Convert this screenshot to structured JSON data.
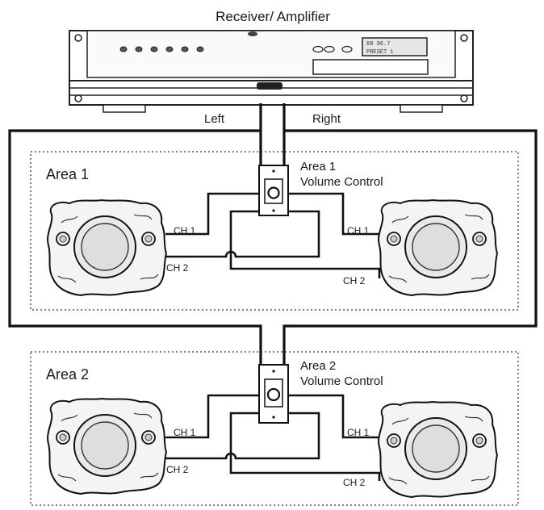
{
  "diagram": {
    "receiver_label": "Receiver/ Amplifier",
    "left_label": "Left",
    "right_label": "Right",
    "area1": {
      "title": "Area 1",
      "control_line1": "Area 1",
      "control_line2": "Volume Control",
      "left_speaker_channel": "CH 1",
      "left_speaker_channel2": "CH 2",
      "right_speaker_channel": "CH 1",
      "right_speaker_channel2": "CH 2"
    },
    "area2": {
      "title": "Area 2",
      "control_line1": "Area 2",
      "control_line2": "Volume Control",
      "left_speaker_channel": "CH 1",
      "left_speaker_channel2": "CH 2",
      "right_speaker_channel": "CH 1",
      "right_speaker_channel2": "CH 2"
    },
    "receiver_display_line1": "88 96.7",
    "receiver_display_line2": "PRESET 1"
  },
  "colors": {
    "ink": "#111111",
    "dotted_border": "#555555",
    "speaker_fill": "#f4f4f4"
  },
  "icons": [
    "receiver-amplifier-icon",
    "rock-speaker-icon",
    "volume-control-icon"
  ]
}
